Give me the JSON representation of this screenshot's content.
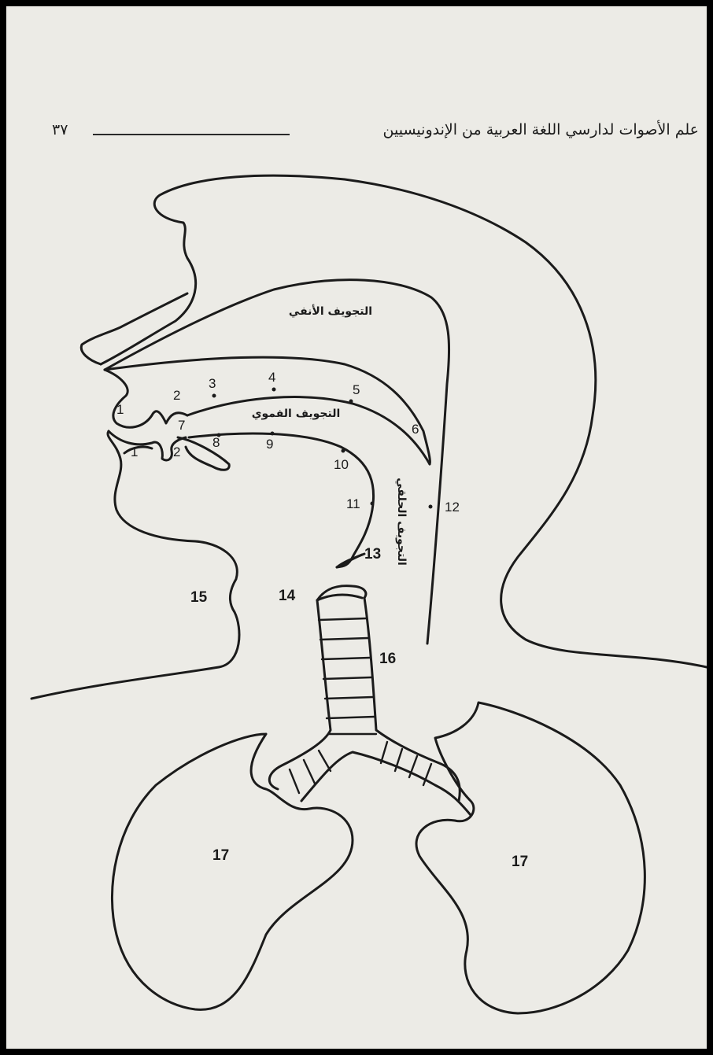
{
  "header": {
    "title": "علم الأصوات لدارسي اللغة العربية من الإندونيسيين",
    "page_number": "٣٧"
  },
  "cavities": {
    "nasal": "التجويف الأنفي",
    "oral": "التجويف الفموي",
    "pharyngeal": "التجويف الحلقي"
  },
  "labels": {
    "upper_lip": "1",
    "upper_teeth": "2",
    "alveolar": "3",
    "hard_palate": "4",
    "soft_palate": "5",
    "uvula": "6",
    "tongue_tip": "7",
    "tongue_blade": "8",
    "tongue_front": "9",
    "tongue_back": "10",
    "tongue_root": "11",
    "pharynx_wall": "12",
    "epiglottis": "13",
    "larynx": "14",
    "throat": "15",
    "trachea": "16",
    "lung_left": "17",
    "lung_right": "17",
    "lower_lip": "1",
    "lower_teeth": "2"
  }
}
